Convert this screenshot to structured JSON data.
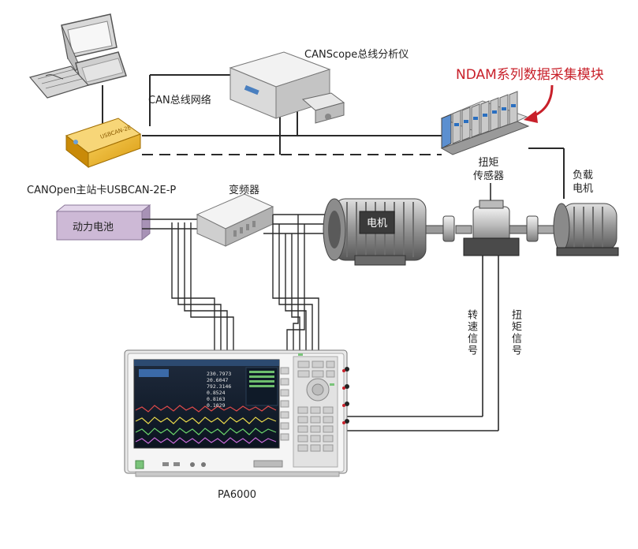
{
  "labels": {
    "canscope": "CANScope总线分析仪",
    "ndam": "NDAM系列数据采集模块",
    "can_network": "CAN总线网络",
    "master_card": "CANOpen主站卡USBCAN-2E-P",
    "inverter": "变频器",
    "battery": "动力电池",
    "motor": "电机",
    "torque_sensor_line1": "扭矩",
    "torque_sensor_line2": "传感器",
    "load_line1": "负载",
    "load_line2": "电机",
    "speed_signal": "转速信号",
    "torque_signal": "扭矩信号",
    "analyzer": "PA6000",
    "usbcan_device_text": "USBCAN-2E"
  },
  "screen_readouts": [
    "230.7973",
    "20.6047",
    "792.3146",
    "0.8524",
    "0.8163",
    "0.1029"
  ],
  "colors": {
    "label_accent": "#c8202a",
    "battery_fill": "#cdb9d6",
    "usbcan_fill": "#f0b62a",
    "line": "#2a2a2a"
  }
}
